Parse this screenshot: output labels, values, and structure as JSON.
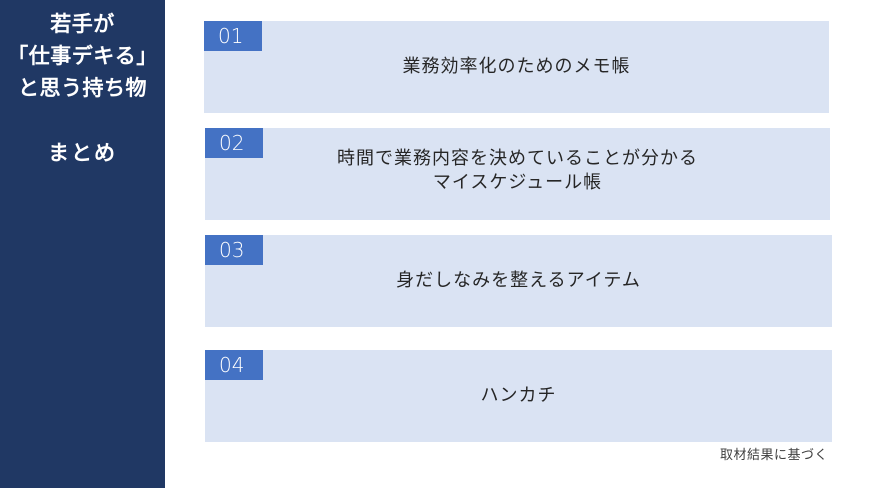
{
  "sidebar": {
    "title_lines": [
      "若手が",
      "「仕事デキる」",
      "と思う持ち物"
    ],
    "subtitle": "まとめ",
    "background_color": "#203864"
  },
  "items": [
    {
      "number": "01",
      "text_lines": [
        "業務効率化のためのメモ帳"
      ]
    },
    {
      "number": "02",
      "text_lines": [
        "時間で業務内容を決めていることが分かる",
        "マイスケジュール帳"
      ]
    },
    {
      "number": "03",
      "text_lines": [
        "身だしなみを整えるアイテム"
      ]
    },
    {
      "number": "04",
      "text_lines": [
        "ハンカチ"
      ]
    }
  ],
  "footer_note": "取材結果に基づく",
  "colors": {
    "card_background": "#dae3f3",
    "badge_background": "#4472c4",
    "text": "#262626"
  }
}
